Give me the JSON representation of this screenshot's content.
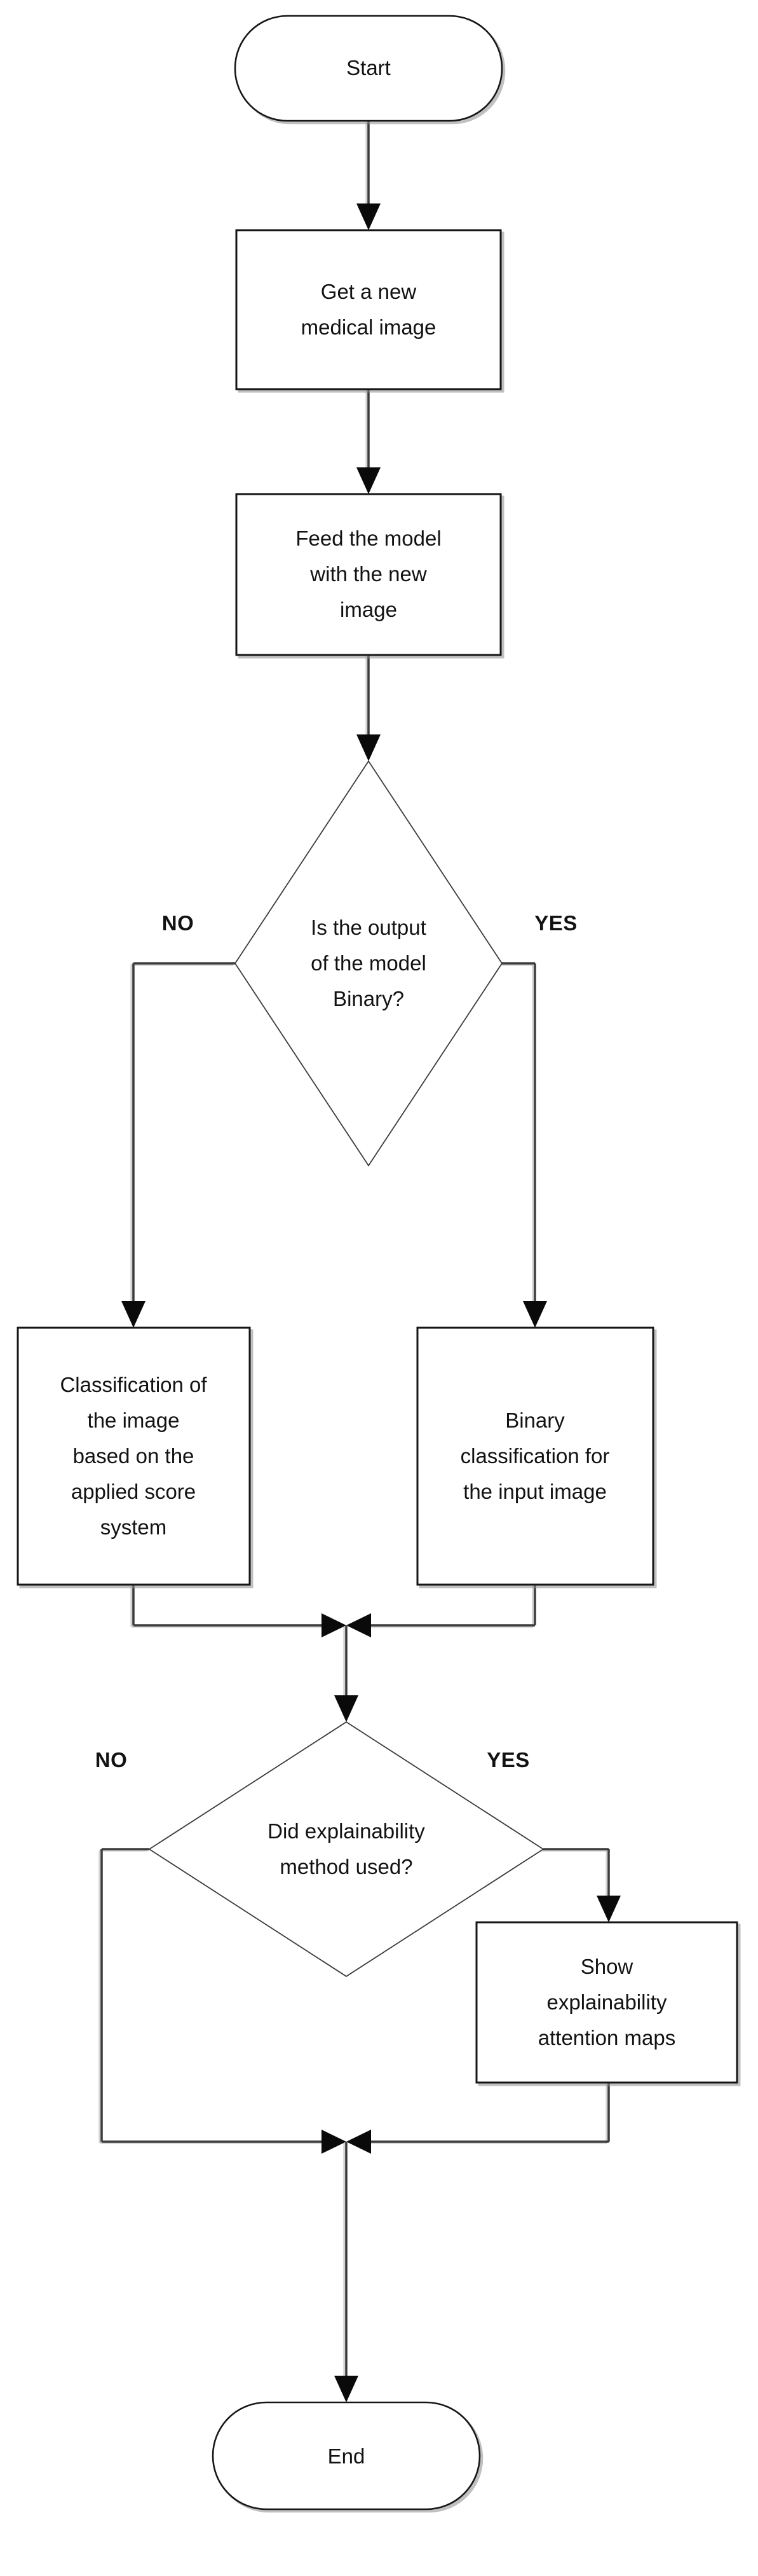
{
  "diagram": {
    "kind": "flowchart",
    "nodes": {
      "start": {
        "shape": "terminator",
        "label": "Start"
      },
      "get_image": {
        "shape": "process",
        "lines": [
          "Get a new",
          "medical image"
        ]
      },
      "feed_model": {
        "shape": "process",
        "lines": [
          "Feed the model",
          "with the new",
          "image"
        ]
      },
      "is_binary": {
        "shape": "decision",
        "lines": [
          "Is the output",
          "of the model",
          "Binary?"
        ]
      },
      "score_classification": {
        "shape": "process",
        "lines": [
          "Classification of",
          "the image",
          "based on the",
          "applied score",
          "system"
        ]
      },
      "binary_classification": {
        "shape": "process",
        "lines": [
          "Binary",
          "classification for",
          "the input image"
        ]
      },
      "explainability_used": {
        "shape": "decision",
        "lines": [
          "Did explainability",
          "method used?"
        ]
      },
      "show_maps": {
        "shape": "process",
        "lines": [
          "Show",
          "explainability",
          "attention maps"
        ]
      },
      "end": {
        "shape": "terminator",
        "label": "End"
      }
    },
    "branch_labels": {
      "is_binary_no": "NO",
      "is_binary_yes": "YES",
      "explainability_no": "NO",
      "explainability_yes": "YES"
    },
    "colors": {
      "connector": "#3c3c3c",
      "border": "#161616",
      "fill": "#ffffff",
      "text": "#121212",
      "arrowhead": "#0a0a0a",
      "shadow": "#8c8c8c"
    }
  }
}
